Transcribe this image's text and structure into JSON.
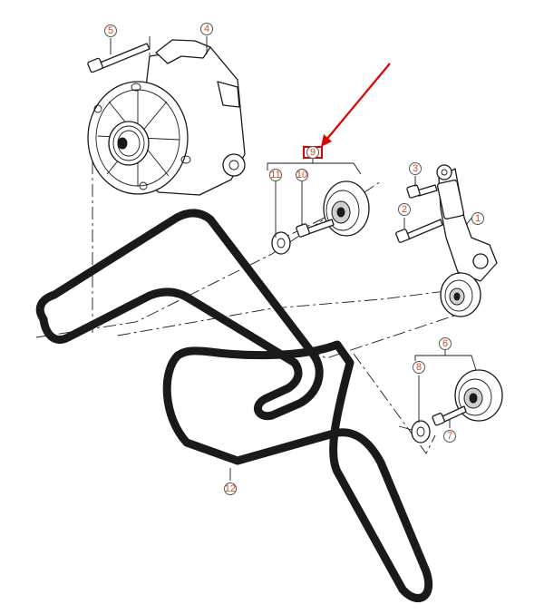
{
  "callouts": [
    {
      "id": "c1",
      "label": "1"
    },
    {
      "id": "c2",
      "label": "2"
    },
    {
      "id": "c3",
      "label": "3"
    },
    {
      "id": "c4",
      "label": "4"
    },
    {
      "id": "c5",
      "label": "5"
    },
    {
      "id": "c6",
      "label": "6"
    },
    {
      "id": "c7",
      "label": "7"
    },
    {
      "id": "c8",
      "label": "8"
    },
    {
      "id": "c9",
      "label": "9"
    },
    {
      "id": "c10",
      "label": "10"
    },
    {
      "id": "c11",
      "label": "11"
    },
    {
      "id": "c12",
      "label": "12"
    }
  ],
  "colors": {
    "callout_text": "#d2501e",
    "highlight_box": "#e00000",
    "arrow": "#e00000",
    "line": "#1a1a1a"
  },
  "icons": {
    "alternator": "alternator-icon",
    "idler_pulley": "idler-pulley-icon",
    "tensioner": "belt-tensioner-icon",
    "belt": "ribbed-belt-icon",
    "bolt": "bolt-icon",
    "washer": "washer-icon",
    "pointer": "arrow-icon"
  }
}
